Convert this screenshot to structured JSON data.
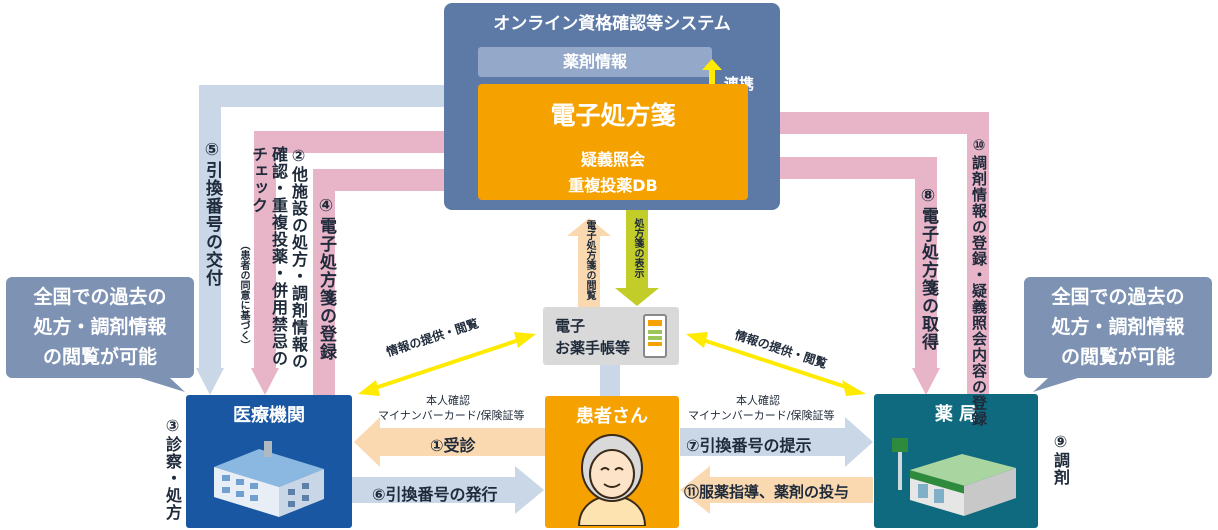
{
  "system": {
    "title": "オンライン資格確認等システム",
    "drug_info": "薬剤情報",
    "link_label": "連携",
    "eprescription_title": "電子処方箋",
    "eprescription_sub1": "疑義照会",
    "eprescription_sub2": "重複投薬DB"
  },
  "hospital": {
    "title": "医療機関",
    "side_step": "③診察・処方"
  },
  "patient": {
    "title": "患者さん"
  },
  "pharmacy": {
    "title": "薬 局",
    "side_step": "⑨調剤"
  },
  "notebook": {
    "line1": "電子",
    "line2": "お薬手帳等"
  },
  "bubbles": {
    "left": [
      "全国での過去の",
      "処方・調剤情報",
      "の閲覧が可能"
    ],
    "right": [
      "全国での過去の",
      "処方・調剤情報",
      "の閲覧が可能"
    ]
  },
  "steps": {
    "s1": "①受診",
    "s2_main": "②他施設の処方・調剤情報の確認・重複投薬・併用禁忌のチェック",
    "s2_note": "（患者の同意に基づく）",
    "s4": "④電子処方箋の登録",
    "s5": "⑤引換番号の交付",
    "s6": "⑥引換番号の発行",
    "s7": "⑦引換番号の提示",
    "s8": "⑧電子処方箋の取得",
    "s10": "⑩調剤情報の登録・疑義照会内容の登録",
    "s11": "⑪服薬指導、薬剤の投与"
  },
  "id_check": {
    "line1": "本人確認",
    "line2": "マイナンバーカード/保険証等"
  },
  "info_exchange": {
    "left": "情報の提供・閲覧",
    "right": "情報の提供・閲覧"
  },
  "vertical_labels": {
    "view": "電子処方箋の閲覧",
    "display": "処方箋の表示"
  },
  "colors": {
    "system_blue": "#5d7aa6",
    "drug_bar": "#94a8c9",
    "orange": "#f5a100",
    "navy": "#0f4e86",
    "hospital_blue": "#1957a3",
    "pharmacy_teal": "#0f6a7f",
    "pink_arrow": "#e8b4c8",
    "lightblue_arrow": "#c9d7e6",
    "peach_arrow": "#fad9b0",
    "yellow": "#ffea00",
    "olive": "#c3cd2a",
    "bubble": "#7e93b4"
  }
}
